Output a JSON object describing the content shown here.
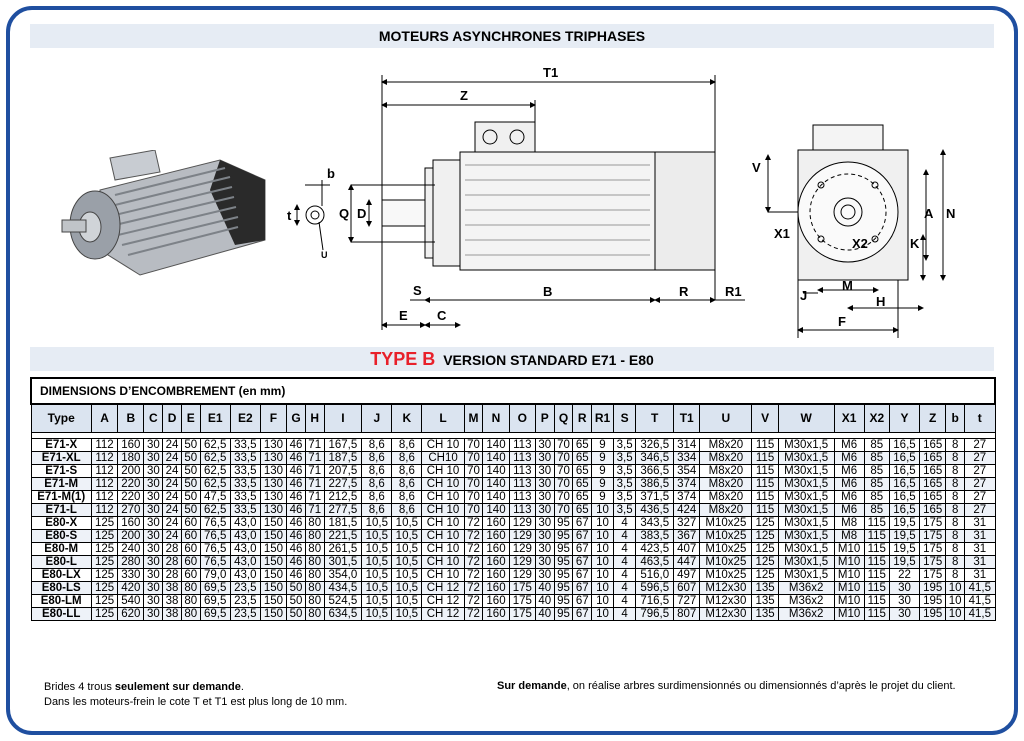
{
  "title": "MOTEURS ASYNCHRONES TRIPHASES",
  "type_banner": {
    "type": "TYPE B",
    "version": "VERSION STANDARD E71 - E80"
  },
  "drawing_labels": {
    "T1": "T1",
    "Z": "Z",
    "b": "b",
    "t": "t",
    "Q": "Q",
    "D": "D",
    "U": "U",
    "S": "S",
    "B": "B",
    "R": "R",
    "R1": "R1",
    "E": "E",
    "C": "C",
    "V": "V",
    "X1": "X1",
    "X2": "X2",
    "A": "A",
    "N": "N",
    "K": "K",
    "J": "J",
    "M": "M",
    "H": "H",
    "F": "F"
  },
  "table": {
    "caption": "DIMENSIONS D’ENCOMBREMENT (en mm)",
    "headers": [
      "Type",
      "A",
      "B",
      "C",
      "D",
      "E",
      "E1",
      "E2",
      "F",
      "G",
      "H",
      "I",
      "J",
      "K",
      "L",
      "M",
      "N",
      "O",
      "P",
      "Q",
      "R",
      "R1",
      "S",
      "T",
      "T1",
      "U",
      "V",
      "W",
      "X1",
      "X2",
      "Y",
      "Z",
      "b",
      "t"
    ],
    "rows": [
      [
        "E71-X",
        "112",
        "160",
        "30",
        "24",
        "50",
        "62,5",
        "33,5",
        "130",
        "46",
        "71",
        "167,5",
        "8,6",
        "8,6",
        "CH 10",
        "70",
        "140",
        "113",
        "30",
        "70",
        "65",
        "9",
        "3,5",
        "326,5",
        "314",
        "M8x20",
        "115",
        "M30x1,5",
        "M6",
        "85",
        "16,5",
        "165",
        "8",
        "27"
      ],
      [
        "E71-XL",
        "112",
        "180",
        "30",
        "24",
        "50",
        "62,5",
        "33,5",
        "130",
        "46",
        "71",
        "187,5",
        "8,6",
        "8,6",
        "CH10",
        "70",
        "140",
        "113",
        "30",
        "70",
        "65",
        "9",
        "3,5",
        "346,5",
        "334",
        "M8x20",
        "115",
        "M30x1,5",
        "M6",
        "85",
        "16,5",
        "165",
        "8",
        "27"
      ],
      [
        "E71-S",
        "112",
        "200",
        "30",
        "24",
        "50",
        "62,5",
        "33,5",
        "130",
        "46",
        "71",
        "207,5",
        "8,6",
        "8,6",
        "CH 10",
        "70",
        "140",
        "113",
        "30",
        "70",
        "65",
        "9",
        "3,5",
        "366,5",
        "354",
        "M8x20",
        "115",
        "M30x1,5",
        "M6",
        "85",
        "16,5",
        "165",
        "8",
        "27"
      ],
      [
        "E71-M",
        "112",
        "220",
        "30",
        "24",
        "50",
        "62,5",
        "33,5",
        "130",
        "46",
        "71",
        "227,5",
        "8,6",
        "8,6",
        "CH 10",
        "70",
        "140",
        "113",
        "30",
        "70",
        "65",
        "9",
        "3,5",
        "386,5",
        "374",
        "M8x20",
        "115",
        "M30x1,5",
        "M6",
        "85",
        "16,5",
        "165",
        "8",
        "27"
      ],
      [
        "E71-M(1)",
        "112",
        "220",
        "30",
        "24",
        "50",
        "47,5",
        "33,5",
        "130",
        "46",
        "71",
        "212,5",
        "8,6",
        "8,6",
        "CH 10",
        "70",
        "140",
        "113",
        "30",
        "70",
        "65",
        "9",
        "3,5",
        "371,5",
        "374",
        "M8x20",
        "115",
        "M30x1,5",
        "M6",
        "85",
        "16,5",
        "165",
        "8",
        "27"
      ],
      [
        "E71-L",
        "112",
        "270",
        "30",
        "24",
        "50",
        "62,5",
        "33,5",
        "130",
        "46",
        "71",
        "277,5",
        "8,6",
        "8,6",
        "CH 10",
        "70",
        "140",
        "113",
        "30",
        "70",
        "65",
        "10",
        "3,5",
        "436,5",
        "424",
        "M8x20",
        "115",
        "M30x1,5",
        "M6",
        "85",
        "16,5",
        "165",
        "8",
        "27"
      ],
      [
        "E80-X",
        "125",
        "160",
        "30",
        "24",
        "60",
        "76,5",
        "43,0",
        "150",
        "46",
        "80",
        "181,5",
        "10,5",
        "10,5",
        "CH 10",
        "72",
        "160",
        "129",
        "30",
        "95",
        "67",
        "10",
        "4",
        "343,5",
        "327",
        "M10x25",
        "125",
        "M30x1,5",
        "M8",
        "115",
        "19,5",
        "175",
        "8",
        "31"
      ],
      [
        "E80-S",
        "125",
        "200",
        "30",
        "24",
        "60",
        "76,5",
        "43,0",
        "150",
        "46",
        "80",
        "221,5",
        "10,5",
        "10,5",
        "CH 10",
        "72",
        "160",
        "129",
        "30",
        "95",
        "67",
        "10",
        "4",
        "383,5",
        "367",
        "M10x25",
        "125",
        "M30x1,5",
        "M8",
        "115",
        "19,5",
        "175",
        "8",
        "31"
      ],
      [
        "E80-M",
        "125",
        "240",
        "30",
        "28",
        "60",
        "76,5",
        "43,0",
        "150",
        "46",
        "80",
        "261,5",
        "10,5",
        "10,5",
        "CH 10",
        "72",
        "160",
        "129",
        "30",
        "95",
        "67",
        "10",
        "4",
        "423,5",
        "407",
        "M10x25",
        "125",
        "M30x1,5",
        "M10",
        "115",
        "19,5",
        "175",
        "8",
        "31"
      ],
      [
        "E80-L",
        "125",
        "280",
        "30",
        "28",
        "60",
        "76,5",
        "43,0",
        "150",
        "46",
        "80",
        "301,5",
        "10,5",
        "10,5",
        "CH 10",
        "72",
        "160",
        "129",
        "30",
        "95",
        "67",
        "10",
        "4",
        "463,5",
        "447",
        "M10x25",
        "125",
        "M30x1,5",
        "M10",
        "115",
        "19,5",
        "175",
        "8",
        "31"
      ],
      [
        "E80-LX",
        "125",
        "330",
        "30",
        "28",
        "60",
        "79,0",
        "43,0",
        "150",
        "46",
        "80",
        "354,0",
        "10,5",
        "10,5",
        "CH 10",
        "72",
        "160",
        "129",
        "30",
        "95",
        "67",
        "10",
        "4",
        "516,0",
        "497",
        "M10x25",
        "125",
        "M30x1,5",
        "M10",
        "115",
        "22",
        "175",
        "8",
        "31"
      ],
      [
        "E80-LS",
        "125",
        "420",
        "30",
        "38",
        "80",
        "69,5",
        "23,5",
        "150",
        "50",
        "80",
        "434,5",
        "10,5",
        "10,5",
        "CH 12",
        "72",
        "160",
        "175",
        "40",
        "95",
        "67",
        "10",
        "4",
        "596,5",
        "607",
        "M12x30",
        "135",
        "M36x2",
        "M10",
        "115",
        "30",
        "195",
        "10",
        "41,5"
      ],
      [
        "E80-LM",
        "125",
        "540",
        "30",
        "38",
        "80",
        "69,5",
        "23,5",
        "150",
        "50",
        "80",
        "524,5",
        "10,5",
        "10,5",
        "CH 12",
        "72",
        "160",
        "175",
        "40",
        "95",
        "67",
        "10",
        "4",
        "716,5",
        "727",
        "M12x30",
        "135",
        "M36x2",
        "M10",
        "115",
        "30",
        "195",
        "10",
        "41,5"
      ],
      [
        "E80-LL",
        "125",
        "620",
        "30",
        "38",
        "80",
        "69,5",
        "23,5",
        "150",
        "50",
        "80",
        "634,5",
        "10,5",
        "10,5",
        "CH 12",
        "72",
        "160",
        "175",
        "40",
        "95",
        "67",
        "10",
        "4",
        "796,5",
        "807",
        "M12x30",
        "135",
        "M36x2",
        "M10",
        "115",
        "30",
        "195",
        "10",
        "41,5"
      ]
    ]
  },
  "notes": {
    "left_line1_pre": "Brides 4 trous ",
    "left_line1_bold": "seulement sur demande",
    "left_line1_post": ".",
    "left_line2": "Dans les moteurs-frein le cote T et T1 est plus long de 10 mm.",
    "right_bold": "Sur demande",
    "right_text": ", on réalise arbres surdimensionnés ou dimensionnés d’après le projet du client."
  },
  "colors": {
    "frame": "#1f4fa0",
    "banner": "#e6ecf4",
    "type_b": "#e8202a",
    "header_fill": "#dbe4f0"
  }
}
